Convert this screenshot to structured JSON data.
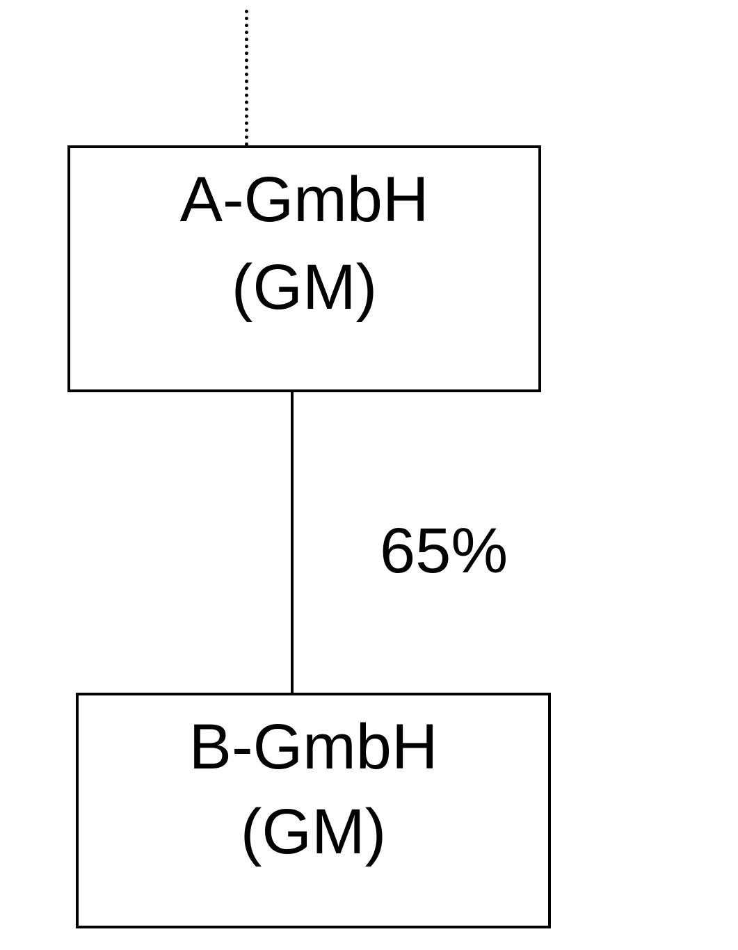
{
  "diagram": {
    "parent": {
      "name": "A-GmbH",
      "type": "(GM)"
    },
    "subsidiary": {
      "name": "B-GmbH",
      "type": "(GM)"
    },
    "ownership": {
      "label": "65%",
      "value": 0.65
    }
  }
}
